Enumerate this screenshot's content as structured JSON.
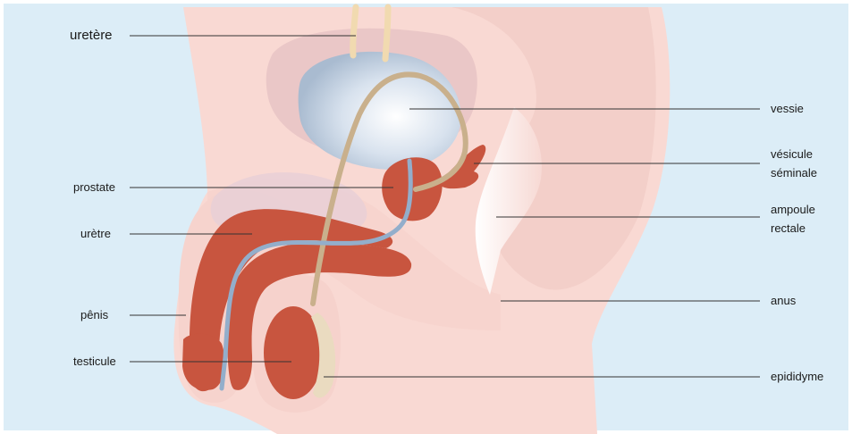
{
  "labels": {
    "uretere": "uretère",
    "vessie": "vessie",
    "vesicule_line1": "vésicule",
    "vesicule_line2": "séminale",
    "prostate": "prostate",
    "ampoule_line1": "ampoule",
    "ampoule_line2": "rectale",
    "uretre": "urètre",
    "penis": "pênis",
    "anus": "anus",
    "testicule": "testicule",
    "epididyme": "epididyme"
  },
  "colors": {
    "background": "#dcedf7",
    "skin": "#f9d9d3",
    "skin_dark": "#efc3bd",
    "organ_red": "#c8553f",
    "bladder": "#b6c5d6",
    "vas_deferens": "#c9b08c",
    "urethra": "#93aecb",
    "leader_line": "#333333"
  }
}
